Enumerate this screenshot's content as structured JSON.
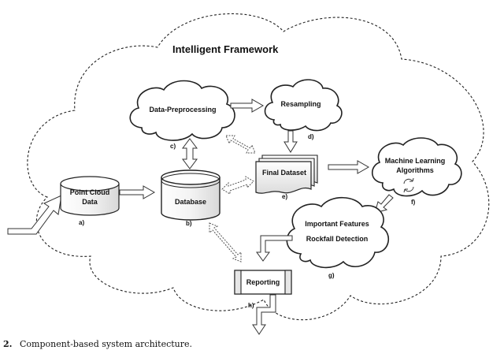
{
  "diagram": {
    "frame_title": "Intelligent Framework",
    "components": {
      "point_cloud": {
        "line1": "Point Cloud",
        "line2": "Data",
        "tag": "a)"
      },
      "database": {
        "label": "Database",
        "tag": "b)"
      },
      "preprocessing": {
        "label": "Data-Preprocessing",
        "tag": "c)"
      },
      "resampling": {
        "label": "Resampling",
        "tag": "d)"
      },
      "final_dataset": {
        "label": "Final Dataset",
        "tag": "e)"
      },
      "ml": {
        "line1": "Machine Learning",
        "line2": "Algorithms",
        "tag": "f)"
      },
      "features": {
        "line1": "Important Features",
        "line2": "Rockfall Detection",
        "tag": "g)"
      },
      "reporting": {
        "label": "Reporting",
        "tag": "h)"
      }
    },
    "caption": {
      "number": "2.",
      "text": "Component-based system architecture."
    }
  }
}
